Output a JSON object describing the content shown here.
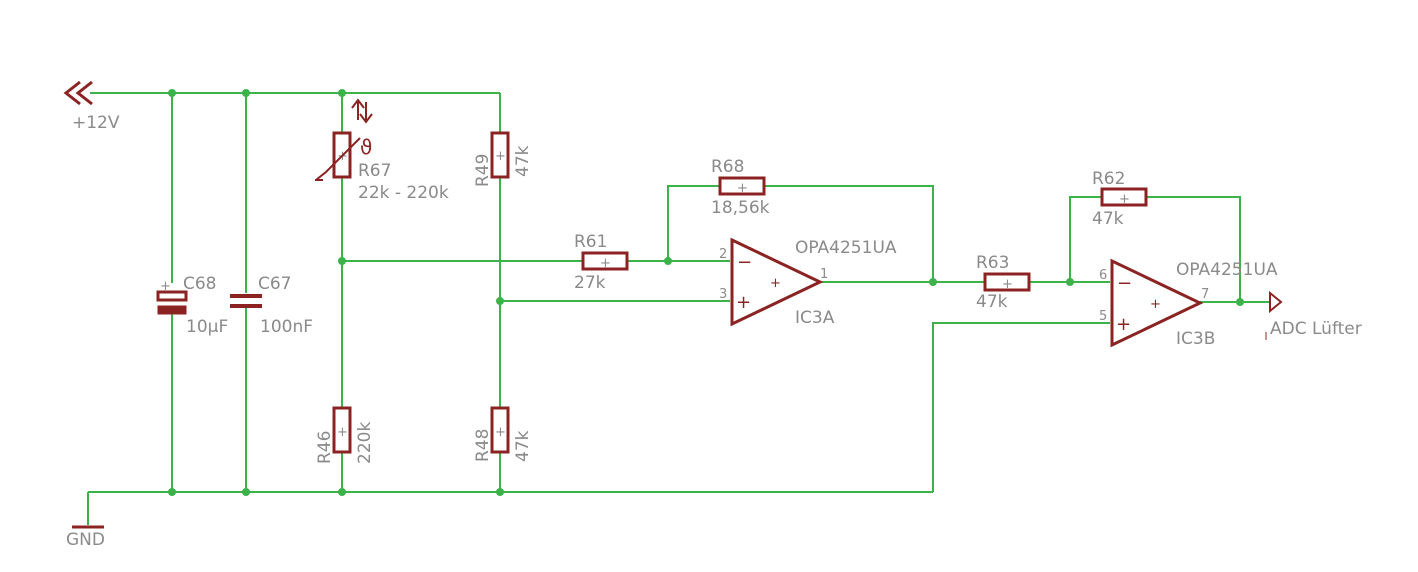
{
  "nets": {
    "supply": "+12V",
    "ground": "GND",
    "output": "ADC Lüfter"
  },
  "parts": {
    "c68": {
      "name": "C68",
      "value": "10µF"
    },
    "c67": {
      "name": "C67",
      "value": "100nF"
    },
    "r67": {
      "name": "R67",
      "value": "22k - 220k"
    },
    "r49": {
      "name": "R49",
      "value": "47k"
    },
    "r46": {
      "name": "R46",
      "value": "220k"
    },
    "r48": {
      "name": "R48",
      "value": "47k"
    },
    "r61": {
      "name": "R61",
      "value": "27k"
    },
    "r68": {
      "name": "R68",
      "value": "18,56k"
    },
    "r63": {
      "name": "R63",
      "value": "47k"
    },
    "r62": {
      "name": "R62",
      "value": "47k"
    },
    "ic3a": {
      "name": "IC3A",
      "value": "OPA4251UA",
      "pin_inv": "2",
      "pin_noninv": "3",
      "pin_out": "1"
    },
    "ic3b": {
      "name": "IC3B",
      "value": "OPA4251UA",
      "pin_inv": "6",
      "pin_noninv": "5",
      "pin_out": "7"
    }
  },
  "colors": {
    "wire": "#3cb34a",
    "component": "#8b2323",
    "label": "#8a8a8a"
  }
}
